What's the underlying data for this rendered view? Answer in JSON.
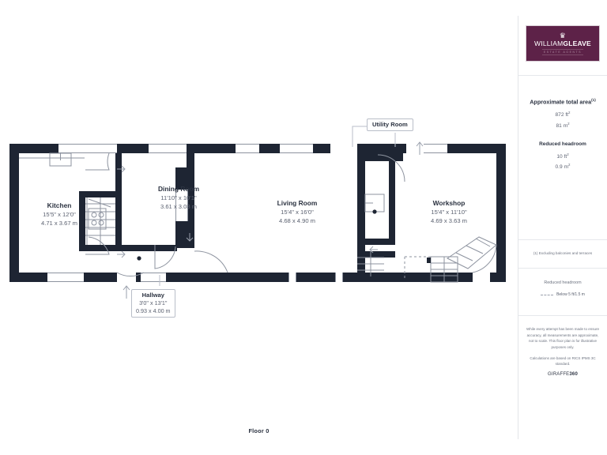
{
  "sidebar": {
    "logo": {
      "mark": "crown-icon",
      "name_light": "WILLIAM",
      "name_bold": "GLEAVE",
      "tagline": "ESTATE AGENTS",
      "brand_color": "#5d2248"
    },
    "area": {
      "title": "Approximate total area",
      "title_note": "(1)",
      "imperial": "872 ft",
      "imperial_sup": "2",
      "metric": "81 m",
      "metric_sup": "2"
    },
    "reduced_headroom": {
      "title": "Reduced headroom",
      "imperial": "10 ft",
      "imperial_sup": "2",
      "metric": "0.9 m",
      "metric_sup": "2"
    },
    "footnote": "(1) Excluding balconies and terraces",
    "legend": {
      "title": "Reduced headroom",
      "text": "Below 5 ft/1.5 m"
    },
    "disclaimer_1": "While every attempt has been made to ensure accuracy, all measurements are approximate, not to scale. This floor plan is for illustrative purposes only.",
    "disclaimer_2": "Calculations are based on RICS IPMS 3C standard.",
    "provider_light": "GIRAFFE",
    "provider_bold": "360"
  },
  "plan": {
    "floor_caption": "Floor 0",
    "wall_color": "#1e2533",
    "rooms": [
      {
        "id": "kitchen",
        "name": "Kitchen",
        "imperial": "15'5\" x 12'0\"",
        "metric": "4.71 x 3.67 m"
      },
      {
        "id": "dining-room",
        "name": "Dining Room",
        "imperial": "11'10\" x 10'1\"",
        "metric": "3.61 x 3.08 m"
      },
      {
        "id": "living-room",
        "name": "Living Room",
        "imperial": "15'4\" x 16'0\"",
        "metric": "4.68 x 4.90 m"
      },
      {
        "id": "workshop",
        "name": "Workshop",
        "imperial": "15'4\" x 11'10\"",
        "metric": "4.69 x 3.63 m"
      },
      {
        "id": "hallway",
        "name": "Hallway",
        "imperial": "3'0\" x 13'1\"",
        "metric": "0.93 x 4.00 m"
      },
      {
        "id": "utility-room",
        "name": "Utility Room",
        "imperial": "",
        "metric": ""
      }
    ]
  }
}
